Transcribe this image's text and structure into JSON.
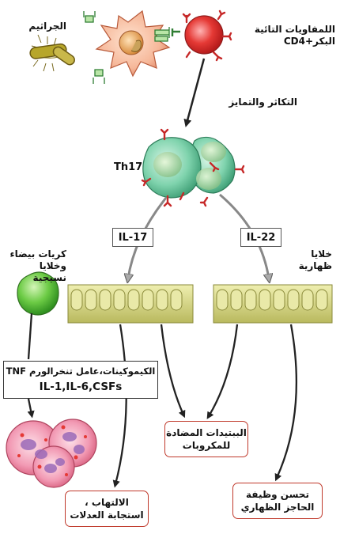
{
  "labels": {
    "bacteria": "الجراثيم",
    "naive_t_line1": "اللمفاويات التائية",
    "naive_t_line2": "البكر+CD4",
    "proliferation": "التكاثر والتمايز",
    "th17": "Th17",
    "wbc_line1": "كريات بيضاء",
    "wbc_line2": "وخلايا نسيجية",
    "epithelial_line1": "خلايا",
    "epithelial_line2": "ظهارية"
  },
  "boxes": {
    "il17": "IL-17",
    "il22": "IL-22",
    "cytokines_line1": "الكيموكينات،عامل تنخرالورم TNF",
    "cytokines_line2": "IL-1,IL-6,CSFs"
  },
  "outcomes": {
    "amp_line1": "الببتيدات المضادة",
    "amp_line2": "للمكروبات",
    "inflammation_line1": "الالتهاب ،",
    "inflammation_line2": "استجابة العدلات",
    "barrier_line1": "تحسن وظيفة",
    "barrier_line2": "الحاجز الظهاري"
  },
  "colors": {
    "receptor": "#c62828",
    "th17_cell": "#7fd3ad",
    "naive_cell": "#e53935",
    "neutrophil": "#ef8aa6",
    "wbc": "#5cc23a",
    "epithelium": "#d9d98a",
    "outcome_border": "#c0392b"
  }
}
